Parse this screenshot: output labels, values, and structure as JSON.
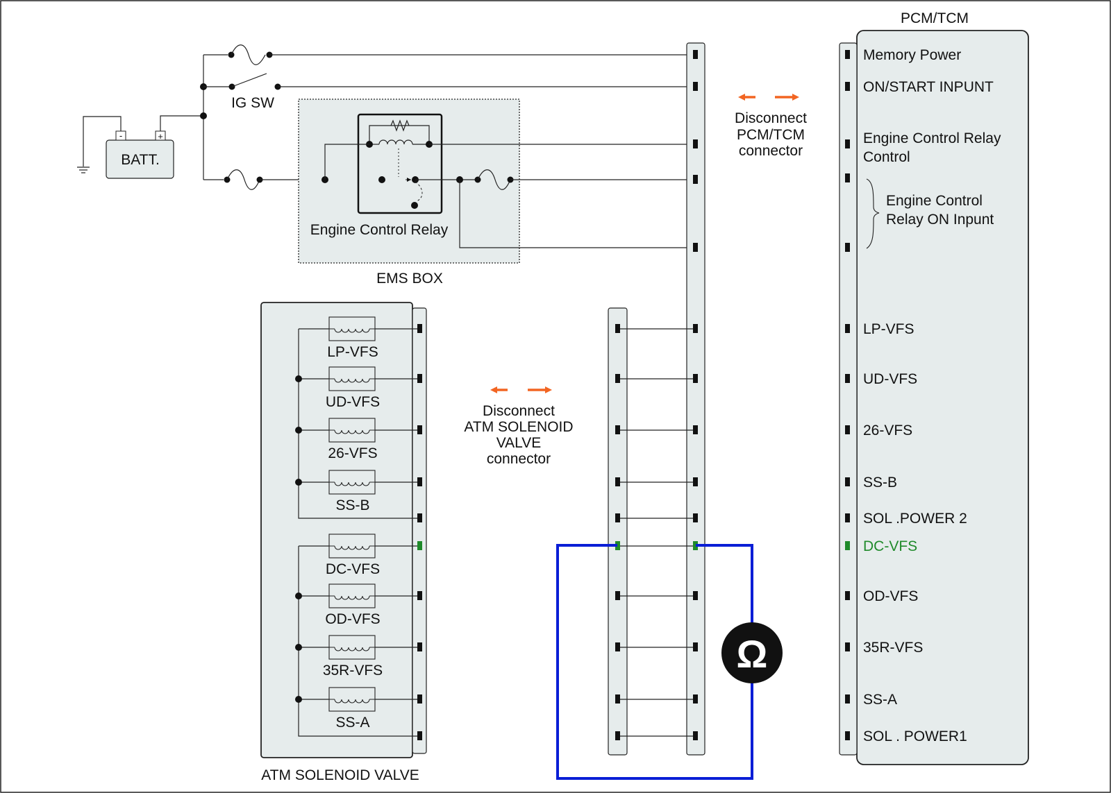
{
  "battery": {
    "label": "BATT.",
    "minus": "-",
    "plus": "+"
  },
  "ignition": {
    "label": "IG SW"
  },
  "ems": {
    "label": "EMS BOX",
    "relay_label": "Engine Control Relay"
  },
  "pcm": {
    "title": "PCM/TCM",
    "upper_pins": [
      "Memory Power",
      "ON/START  INPUNT"
    ],
    "ecr_control": [
      "Engine Control Relay",
      "Control"
    ],
    "ecr_on": [
      "Engine Control",
      "Relay ON Inpunt"
    ],
    "pins": [
      "LP-VFS",
      "UD-VFS",
      "26-VFS",
      "SS-B",
      "SOL .POWER 2",
      "DC-VFS",
      "OD-VFS",
      "35R-VFS",
      "SS-A",
      "SOL . POWER1"
    ],
    "highlight_pin": "DC-VFS"
  },
  "atm": {
    "label": "ATM SOLENOID VALVE",
    "solenoids": [
      "LP-VFS",
      "UD-VFS",
      "26-VFS",
      "SS-B",
      "DC-VFS",
      "OD-VFS",
      "35R-VFS",
      "SS-A"
    ]
  },
  "instructions": {
    "disconnect_pcm": [
      "Disconnect",
      "PCM/TCM",
      "connector"
    ],
    "disconnect_atm": [
      "Disconnect",
      "ATM SOLENOID",
      "VALVE",
      "connector"
    ]
  },
  "meter": {
    "symbol": "Ω"
  },
  "colors": {
    "probe_wire": "#0a1ed6",
    "highlight": "#1f8a2a",
    "arrow": "#f26522",
    "panel_fill": "#e6ecec"
  }
}
